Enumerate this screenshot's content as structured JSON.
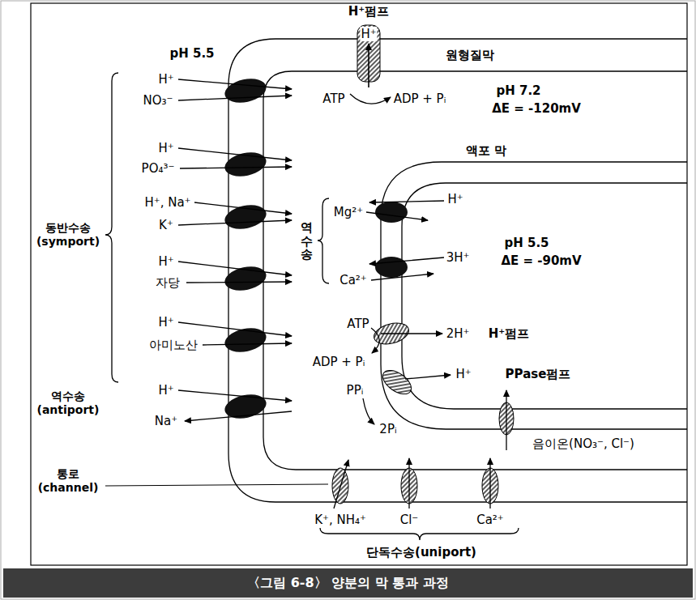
{
  "diagram": {
    "caption": "〈그림 6-8〉 양분의 막 통과 과정",
    "nodes": [
      {
        "text": [
          "H⁺펌프",
          "H⁺"
        ]
      }
    ],
    "labels": [
      "pH 5.5",
      "원형질막",
      "ATP",
      "ADP + Pᵢ",
      "pH 7.2",
      "ΔE = -120mV",
      "동반수송 (symport)",
      "H⁺",
      "NO₃⁻",
      "H⁺",
      "PO₄³⁻",
      "H⁺, Na⁺",
      "K⁺",
      "H⁺",
      "자당",
      "H⁺",
      "아미노산",
      "역수송 (antiport)",
      "H⁺",
      "Na⁺",
      "통로 (channel)",
      "액포 막",
      "역수송",
      "Mg²⁺",
      "H⁺",
      "3H⁺",
      "pH 5.5",
      "ΔE = -90mV",
      "Ca²⁺",
      "ATP",
      "2H⁺",
      "H⁺펌프",
      "ADP + Pᵢ",
      "PPᵢ",
      "H⁺",
      "PPase펌프",
      "2Pᵢ",
      "음이온(NO₃⁻, Cl⁻)",
      "K⁺, NH₄⁺",
      "Cl⁻",
      "Ca²⁺",
      "단독수송(uniport)"
    ]
  }
}
